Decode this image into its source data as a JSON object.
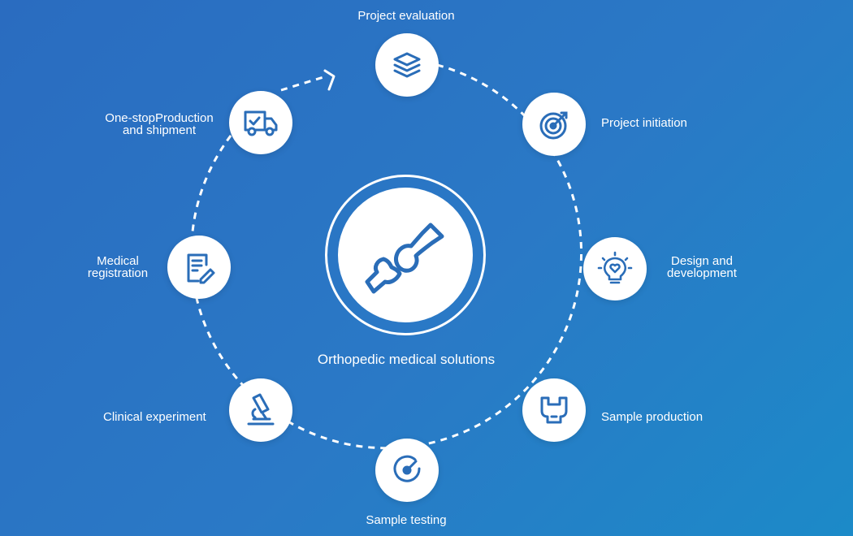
{
  "diagram": {
    "center_label": "Orthopedic medical solutions",
    "center_icon": "bone-joint-icon",
    "steps": [
      {
        "label": "Project evaluation",
        "icon": "stacked-layers-icon"
      },
      {
        "label": "Project initiation",
        "icon": "target-arrow-icon"
      },
      {
        "label": "Design and\ndevelopment",
        "icon": "lightbulb-heart-icon"
      },
      {
        "label": "Sample production",
        "icon": "wrench-jaw-icon"
      },
      {
        "label": "Sample testing",
        "icon": "gauge-icon"
      },
      {
        "label": "Clinical experiment",
        "icon": "microscope-icon"
      },
      {
        "label": "Medical\nregistration",
        "icon": "document-edit-icon"
      },
      {
        "label": "One-stopProduction\nand shipment",
        "icon": "delivery-truck-icon"
      }
    ]
  },
  "colors": {
    "background_start": "#2a6cc0",
    "background_end": "#1c8ac8",
    "icon_stroke": "#2a6db8",
    "node_fill": "#ffffff"
  }
}
